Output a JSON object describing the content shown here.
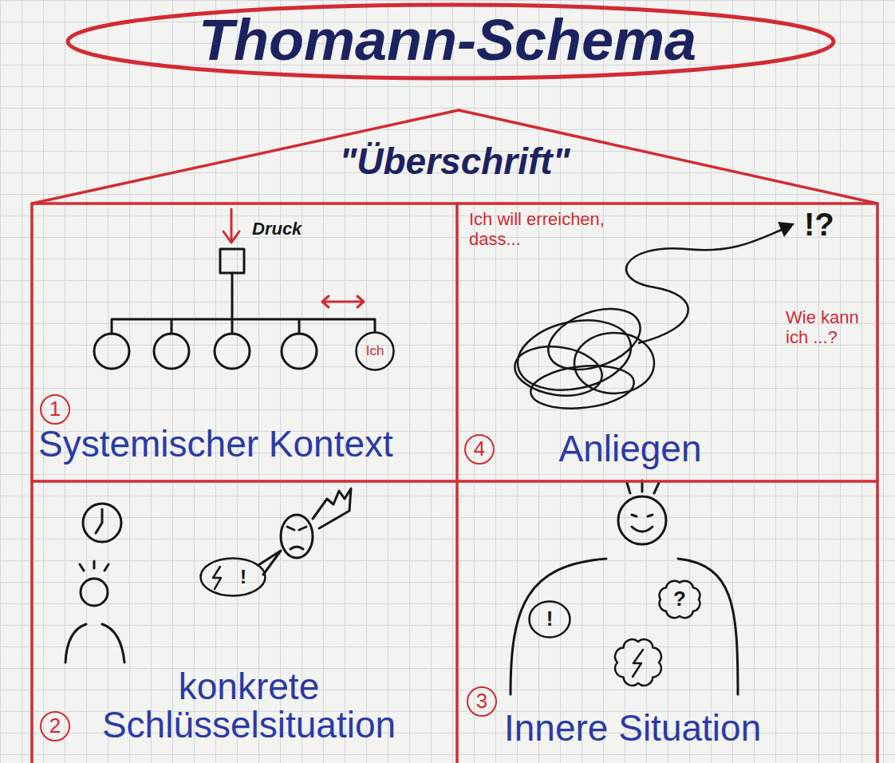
{
  "diagram": {
    "title": "Thomann-Schema",
    "nodes": [
      {
        "text": [
          "\"Überschrift\""
        ]
      },
      {
        "text": [
          "Druck",
          "1",
          "Systemischer Kontext"
        ],
        "in": 0
      },
      {
        "text": [
          "Ich"
        ],
        "in": 1
      },
      {
        "text": [
          "Ich will erreichen, dass...",
          "!?",
          "Wie kann ich ...?",
          "4",
          "Anliegen"
        ],
        "in": 0
      },
      {
        "text": [
          "2",
          "konkrete Schlüsselsituation"
        ],
        "in": 0
      },
      {
        "text": [
          "!"
        ],
        "in": 4
      },
      {
        "text": [
          "3",
          "Innere Situation"
        ],
        "in": 0
      },
      {
        "text": [
          "!"
        ],
        "in": 6
      },
      {
        "text": [
          "?"
        ],
        "in": 6
      }
    ]
  }
}
